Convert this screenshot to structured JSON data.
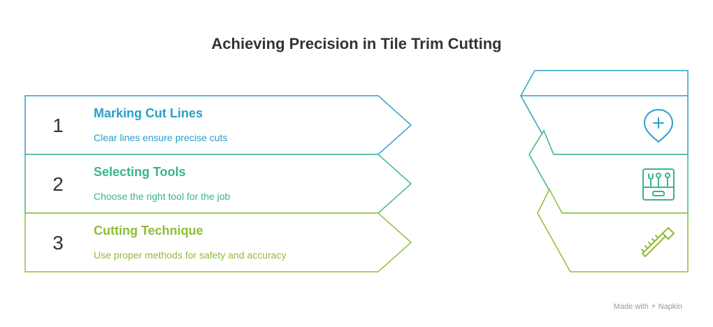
{
  "title": "Achieving Precision in Tile Trim Cutting",
  "steps": [
    {
      "number": "1",
      "title": "Marking Cut Lines",
      "description": "Clear lines ensure precise cuts",
      "color": "#2a9fc9",
      "icon": "map-pin-plus-icon"
    },
    {
      "number": "2",
      "title": "Selecting Tools",
      "description": "Choose the right tool for the job",
      "color": "#38b58a",
      "icon": "toolbox-icon"
    },
    {
      "number": "3",
      "title": "Cutting Technique",
      "description": "Use proper methods for safety and accuracy",
      "color": "#8ebd36",
      "icon": "saw-icon"
    }
  ],
  "footer": "Made with ⚡ Napkin"
}
